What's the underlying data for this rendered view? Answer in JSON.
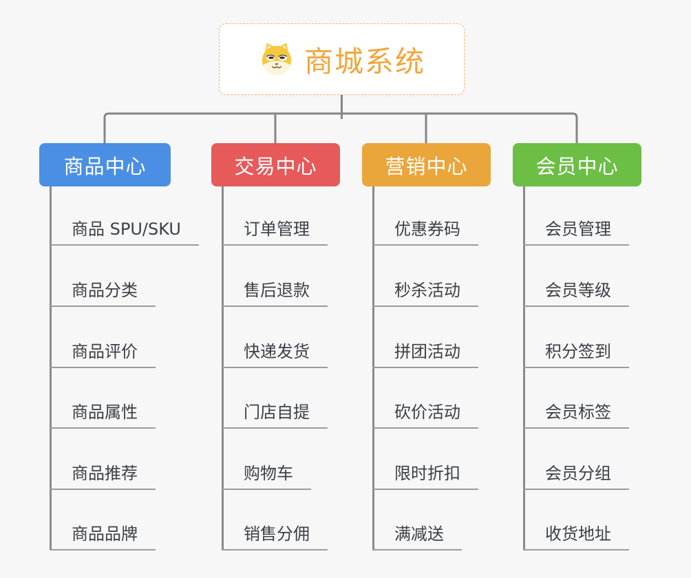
{
  "page": {
    "background": "#f7f7f8"
  },
  "root": {
    "title": "商城系统",
    "icon": "shiba-dog-icon",
    "title_color": "#f0a63c",
    "border_color": "#f2b95f"
  },
  "connector_color": "#858585",
  "branches": [
    {
      "label": "商品中心",
      "color": "#4a8fe3",
      "children": [
        "商品 SPU/SKU",
        "商品分类",
        "商品评价",
        "商品属性",
        "商品推荐",
        "商品品牌"
      ]
    },
    {
      "label": "交易中心",
      "color": "#e65a5a",
      "children": [
        "订单管理",
        "售后退款",
        "快递发货",
        "门店自提",
        "购物车",
        "销售分佣"
      ]
    },
    {
      "label": "营销中心",
      "color": "#eba63b",
      "children": [
        "优惠券码",
        "秒杀活动",
        "拼团活动",
        "砍价活动",
        "限时折扣",
        "满减送"
      ]
    },
    {
      "label": "会员中心",
      "color": "#6cbe45",
      "children": [
        "会员管理",
        "会员等级",
        "积分签到",
        "会员标签",
        "会员分组",
        "收货地址"
      ]
    }
  ]
}
